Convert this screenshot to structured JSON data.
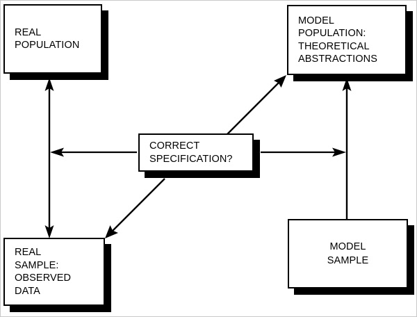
{
  "diagram": {
    "title": "Correct Specification?",
    "type": "block-flow-diagram",
    "colors": {
      "stroke": "#000000",
      "fill": "#ffffff",
      "shadow": "#000000",
      "frame": "#c9c9c9"
    },
    "nodes": [
      {
        "id": "real-population",
        "label": "REAL\nPOPULATION",
        "align": "left"
      },
      {
        "id": "model-population",
        "label": "MODEL\nPOPULATION:\nTHEORETICAL\nABSTRACTIONS",
        "align": "left"
      },
      {
        "id": "correct-specification",
        "label": "CORRECT\nSPECIFICATION?",
        "align": "left"
      },
      {
        "id": "real-sample",
        "label": "REAL\nSAMPLE:\nOBSERVED\nDATA",
        "align": "left"
      },
      {
        "id": "model-sample",
        "label": "MODEL\nSAMPLE",
        "align": "center"
      }
    ],
    "connectors": [
      {
        "id": "real-population-to-real-sample",
        "from": "real-population",
        "to": "real-sample",
        "style": "double-headed-vertical"
      },
      {
        "id": "model-population-to-model-sample",
        "from": "model-population",
        "to": "model-sample",
        "style": "double-headed-vertical"
      },
      {
        "id": "correct-specification-to-real-axis",
        "from": "correct-specification",
        "to": "real-population-to-real-sample",
        "style": "single-headed-horizontal-left"
      },
      {
        "id": "correct-specification-to-model-axis",
        "from": "correct-specification",
        "to": "model-population-to-model-sample",
        "style": "single-headed-horizontal-right"
      },
      {
        "id": "correct-specification-to-model-population",
        "from": "correct-specification",
        "to": "model-population",
        "style": "single-headed-diagonal-up-right"
      },
      {
        "id": "correct-specification-to-real-sample",
        "from": "correct-specification",
        "to": "real-sample",
        "style": "single-headed-diagonal-down-left"
      }
    ]
  }
}
